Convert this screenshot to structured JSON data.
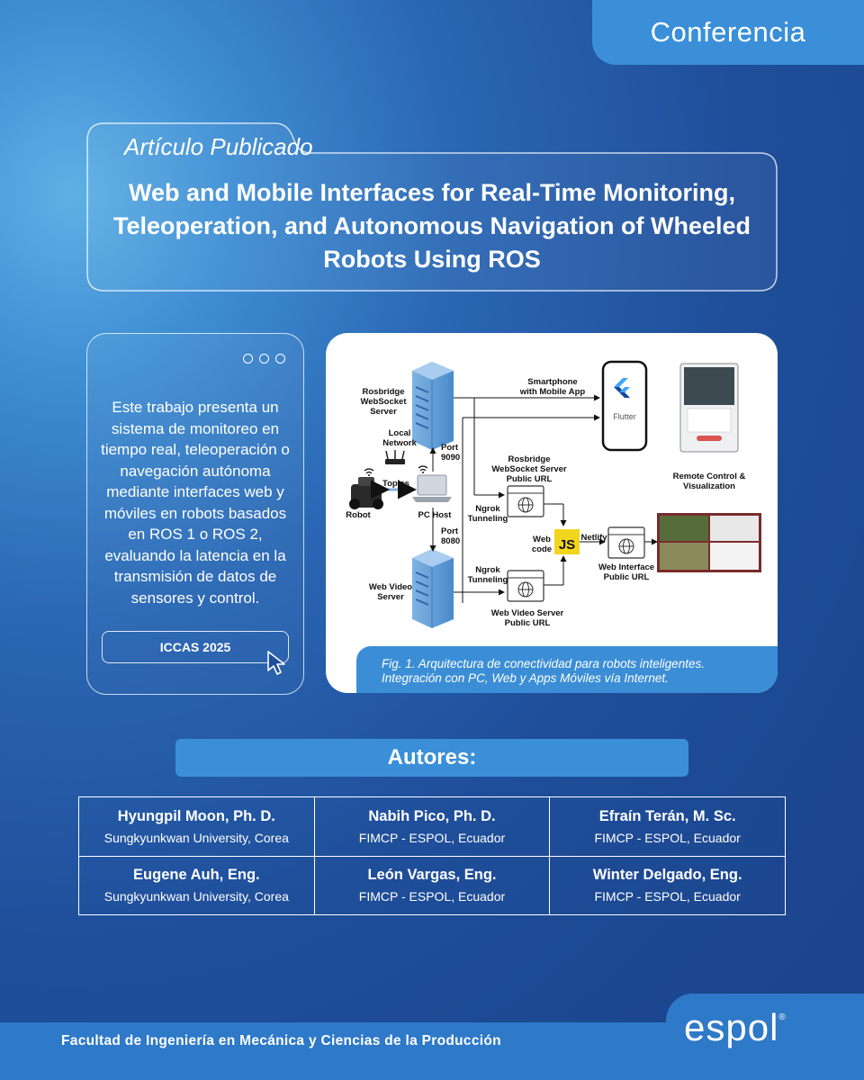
{
  "header": {
    "tag_label": "Conferencia"
  },
  "article": {
    "label": "Artículo Publicado",
    "title": "Web and Mobile Interfaces for Real-Time Monitoring, Teleoperation, and Autonomous Navigation of Wheeled Robots Using ROS"
  },
  "summary": {
    "text": "Este trabajo presenta un sistema de monitoreo en tiempo real, teleoperación o navegación autónoma mediante interfaces web y móviles en robots basados en ROS 1 o ROS 2, evaluando la latencia en la transmisión de datos de sensores y control.",
    "button_label": "ICCAS 2025"
  },
  "figure": {
    "labels": {
      "rosbridge_server": [
        "Rosbridge",
        "WebSocket",
        "Server"
      ],
      "local_network": [
        "Local",
        "Network"
      ],
      "topics": "Topics",
      "robot": "Robot",
      "pc_host": "PC Host",
      "port_9090": [
        "Port",
        "9090"
      ],
      "port_8080": [
        "Port",
        "8080"
      ],
      "web_video_server": [
        "Web Video",
        "Server"
      ],
      "smartphone": [
        "Smartphone",
        "with Mobile App"
      ],
      "rosbridge_public": [
        "Rosbridge",
        "WebSocket Server",
        "Public URL"
      ],
      "ngrok_1": [
        "Ngrok",
        "Tunneling"
      ],
      "ngrok_2": [
        "Ngrok",
        "Tunneling"
      ],
      "web_code": [
        "Web",
        "code"
      ],
      "js": "JS",
      "netlify": "Netlify",
      "web_interface_public": [
        "Web Interface",
        "Public URL"
      ],
      "web_video_public": [
        "Web Video Server",
        "Public URL"
      ],
      "remote_control": [
        "Remote Control &",
        "Visualization"
      ],
      "flutter": "Flutter"
    },
    "caption_line1": "Fig. 1. Arquitectura de conectividad para robots inteligentes.",
    "caption_line2": "Integración con PC, Web y Apps Móviles vía Internet."
  },
  "authors": {
    "heading": "Autores:",
    "rows": [
      [
        {
          "name": "Hyungpil Moon, Ph. D.",
          "affiliation": "Sungkyunkwan University, Corea"
        },
        {
          "name": "Nabih Pico, Ph. D.",
          "affiliation": "FIMCP - ESPOL, Ecuador"
        },
        {
          "name": "Efraín Terán, M. Sc.",
          "affiliation": "FIMCP - ESPOL, Ecuador"
        }
      ],
      [
        {
          "name": "Eugene Auh, Eng.",
          "affiliation": "Sungkyunkwan University, Corea"
        },
        {
          "name": "León Vargas, Eng.",
          "affiliation": "FIMCP - ESPOL, Ecuador"
        },
        {
          "name": "Winter Delgado, Eng.",
          "affiliation": "FIMCP - ESPOL, Ecuador"
        }
      ]
    ]
  },
  "footer": {
    "faculty": "Facultad de Ingeniería en Mecánica y Ciencias de la Producción",
    "logo": "espol",
    "logo_mark": "®"
  },
  "colors": {
    "accent": "#3a8fd8",
    "background_dark": "#1f4e9a",
    "js_yellow": "#f2d51f"
  }
}
